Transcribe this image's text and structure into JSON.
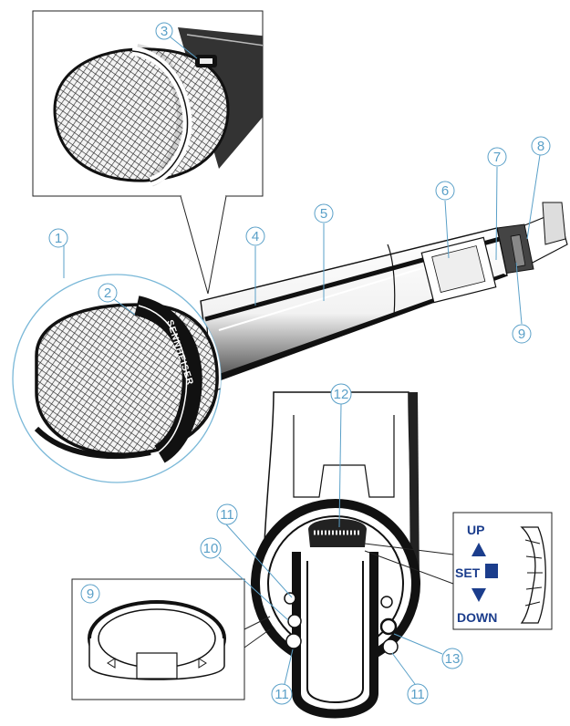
{
  "brand_text": "SENNHEISER",
  "callouts": {
    "c1": "1",
    "c2": "2",
    "c3": "3",
    "c4": "4",
    "c5": "5",
    "c6": "6",
    "c7": "7",
    "c8": "8",
    "c9a": "9",
    "c9b": "9",
    "c10": "10",
    "c11a": "11",
    "c11b": "11",
    "c11c": "11",
    "c12": "12",
    "c13": "13"
  },
  "selector": {
    "up": "UP",
    "set": "SET",
    "down": "DOWN"
  },
  "colors": {
    "callout": "#5aa0c8",
    "selector_text": "#1b3d8c"
  }
}
